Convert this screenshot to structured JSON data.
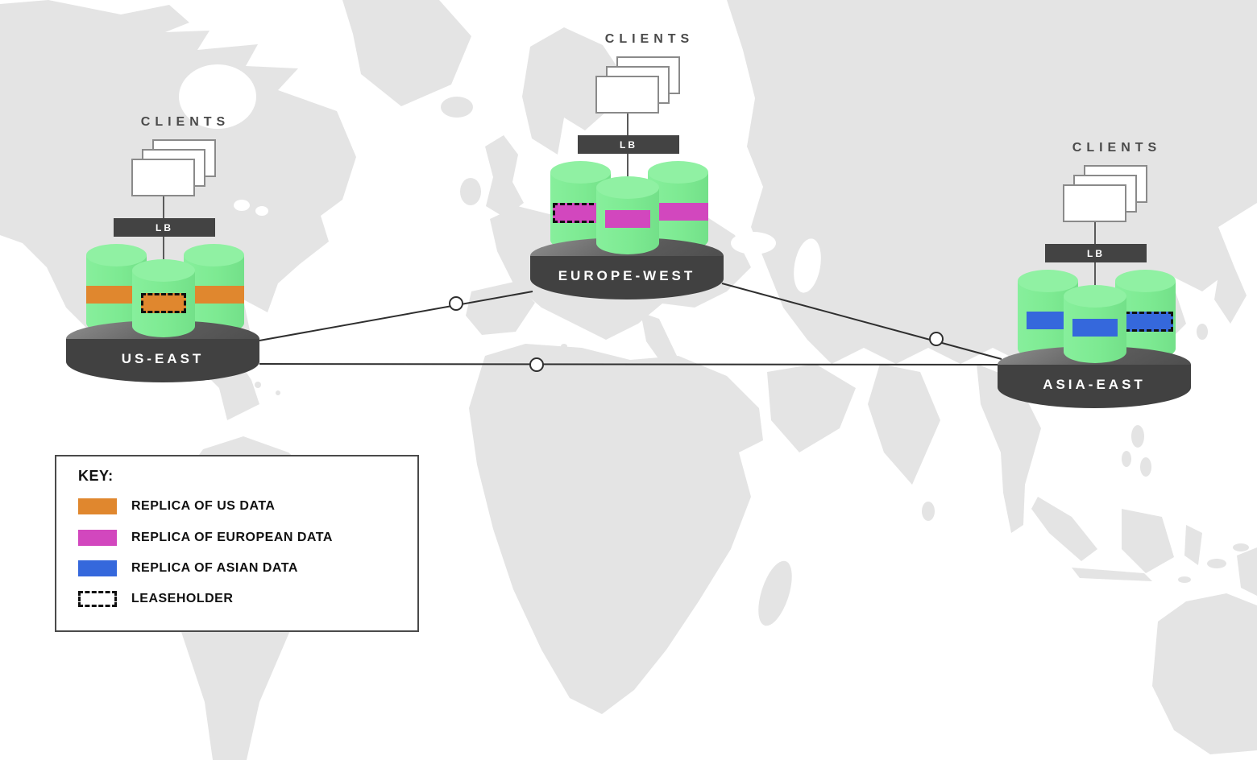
{
  "diagram": {
    "type": "multi-region-database-topology",
    "regions": [
      {
        "id": "us-east",
        "label": "US-EAST",
        "clients_label": "CLIENTS",
        "lb_label": "LB",
        "nodes": [
          {
            "replica": "us",
            "leaseholder": false
          },
          {
            "replica": "us",
            "leaseholder": true
          },
          {
            "replica": "us",
            "leaseholder": false
          }
        ]
      },
      {
        "id": "europe-west",
        "label": "EUROPE-WEST",
        "clients_label": "CLIENTS",
        "lb_label": "LB",
        "nodes": [
          {
            "replica": "europe",
            "leaseholder": true
          },
          {
            "replica": "europe",
            "leaseholder": false
          },
          {
            "replica": "europe",
            "leaseholder": false
          }
        ]
      },
      {
        "id": "asia-east",
        "label": "ASIA-EAST",
        "clients_label": "CLIENTS",
        "lb_label": "LB",
        "nodes": [
          {
            "replica": "asia",
            "leaseholder": false
          },
          {
            "replica": "asia",
            "leaseholder": false
          },
          {
            "replica": "asia",
            "leaseholder": true
          }
        ]
      }
    ],
    "links": [
      {
        "from": "us-east",
        "to": "europe-west"
      },
      {
        "from": "us-east",
        "to": "asia-east"
      },
      {
        "from": "europe-west",
        "to": "asia-east"
      }
    ]
  },
  "legend": {
    "title": "KEY:",
    "items": [
      {
        "swatch": "us",
        "label": "REPLICA OF US DATA"
      },
      {
        "swatch": "europe",
        "label": "REPLICA OF EUROPEAN DATA"
      },
      {
        "swatch": "asia",
        "label": "REPLICA OF ASIAN DATA"
      },
      {
        "swatch": "leaseholder",
        "label": "LEASEHOLDER"
      }
    ]
  },
  "colors": {
    "replica_us": "#e0872e",
    "replica_europe": "#d247be",
    "replica_asia": "#3568dc",
    "node_green": "#7dea92",
    "platform_gray": "#434343",
    "land_gray": "#e4e4e4",
    "link_line": "#2f2f2f"
  }
}
